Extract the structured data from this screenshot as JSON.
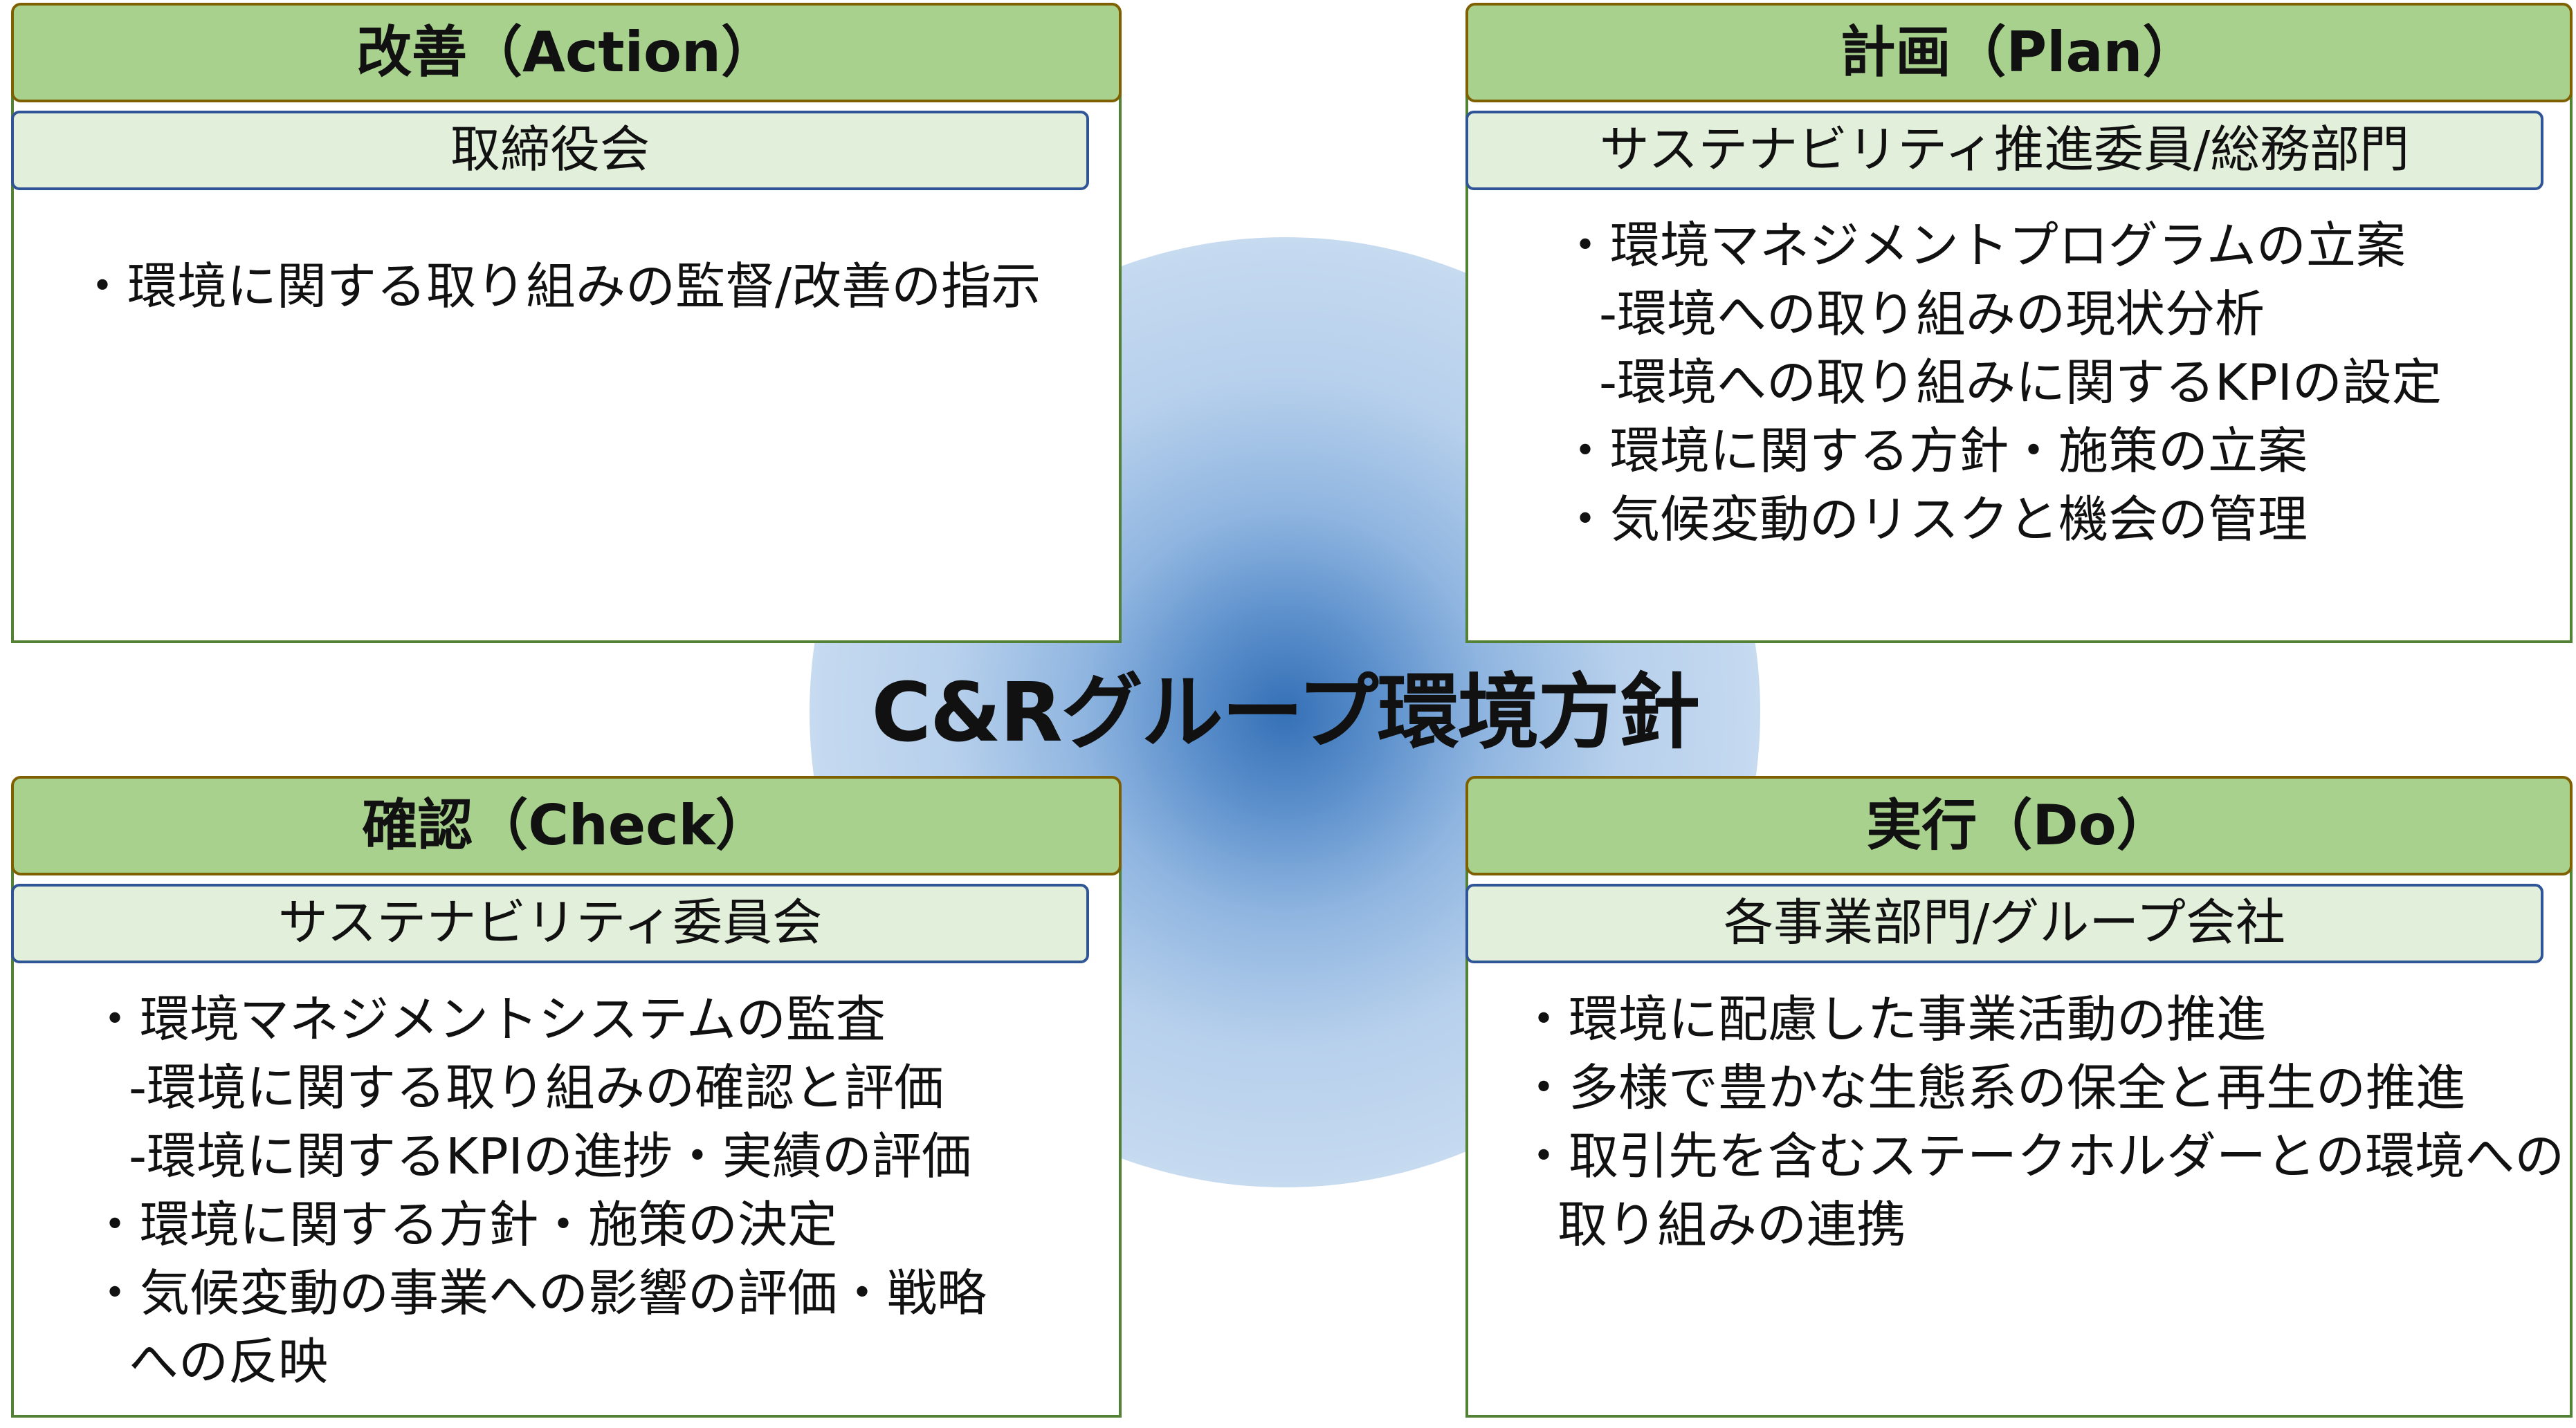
{
  "center_title": "C&Rグループ環境方針",
  "panels": {
    "action": {
      "header": "改善（Action）",
      "owner": "取締役会",
      "items": [
        "・環境に関する取り組みの監督/改善の指示"
      ]
    },
    "plan": {
      "header": "計画（Plan）",
      "owner": "サステナビリティ推進委員/総務部門",
      "items": [
        "・環境マネジメントプログラムの立案",
        "-環境への取り組みの現状分析",
        "-環境への取り組みに関するKPIの設定",
        "・環境に関する方針・施策の立案",
        "・気候変動のリスクと機会の管理"
      ]
    },
    "check": {
      "header": "確認（Check）",
      "owner": "サステナビリティ委員会",
      "items": [
        "・環境マネジメントシステムの監査",
        "-環境に関する取り組みの確認と評価",
        "-環境に関するKPIの進捗・実績の評価",
        "・環境に関する方針・施策の決定",
        "・気候変動の事業への影響の評価・戦略",
        "への反映"
      ]
    },
    "do": {
      "header": "実行（Do）",
      "owner": "各事業部門/グループ会社",
      "items": [
        "・環境に配慮した事業活動の推進",
        "・多様で豊かな生態系の保全と再生の推進",
        "・取引先を含むステークホルダーとの環境への",
        "取り組みの連携"
      ]
    }
  },
  "colors": {
    "header_fill": "#a9d18e",
    "header_border": "#7f6000",
    "sub_fill": "#e2efda",
    "sub_border": "#2f5597",
    "panel_border": "#538135",
    "circle_center": "#3570b6",
    "circle_edge": "#cfe0f3"
  }
}
